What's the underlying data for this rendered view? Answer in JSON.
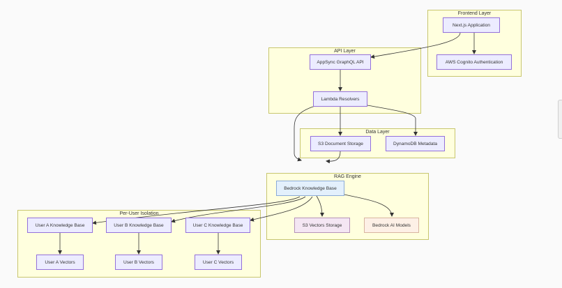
{
  "clusters": {
    "frontend": "Frontend Layer",
    "api": "API Layer",
    "data": "Data Layer",
    "rag": "RAG Engine",
    "isolation": "Per-User Isolation"
  },
  "nodes": {
    "nextjs": "Next.js Application",
    "cognito": "AWS Cognito Authentication",
    "appsync": "AppSync GraphQL API",
    "lambda": "Lambda Resolvers",
    "s3doc": "S3 Document Storage",
    "dynamo": "DynamoDB Metadata",
    "bedrock_kb": "Bedrock Knowledge Base",
    "s3vectors": "S3 Vectors Storage",
    "bedrock_ai": "Bedrock AI Models",
    "userA_kb": "User A Knowledge Base",
    "userB_kb": "User B Knowledge Base",
    "userC_kb": "User C Knowledge Base",
    "userA_vec": "User A Vectors",
    "userB_vec": "User B Vectors",
    "userC_vec": "User C Vectors"
  },
  "colors": {
    "cluster_fill": "#ffffde",
    "cluster_border": "#c8c66e",
    "node_fill": "#ececff",
    "node_border": "#9370db",
    "bedrock_kb_fill": "#e3f0fc",
    "s3_vectors_fill": "#f4e6f3",
    "bedrock_ai_fill": "#fdf0e6",
    "edge": "#333333"
  }
}
